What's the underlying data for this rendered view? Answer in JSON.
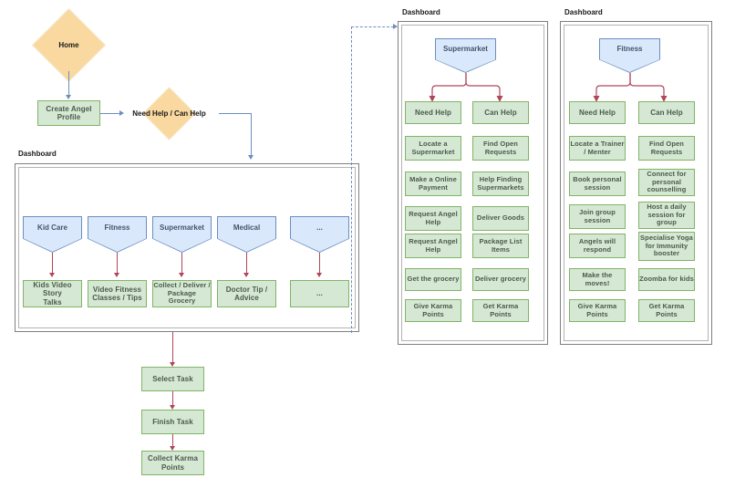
{
  "diagram": {
    "title_nodes": {
      "home": "Home",
      "create_profile": "Create Angel\nProfile",
      "create_profile_line1": "Create Angel",
      "create_profile_line2": "Profile",
      "need_can_help": "Need Help / Can Help"
    },
    "main_dashboard": {
      "label": "Dashboard",
      "categories": [
        {
          "name": "Kid Care",
          "action_line1": "Kids Video Story",
          "action_line2": "Talks"
        },
        {
          "name": "Fitness",
          "action_line1": "Video Fitness",
          "action_line2": "Classes / Tips"
        },
        {
          "name": "Supermarket",
          "action_line1": "Collect / Deliver /",
          "action_line2": "Package",
          "action_line3": "Grocery"
        },
        {
          "name": "Medical",
          "action_line1": "Doctor Tip /",
          "action_line2": "Advice"
        },
        {
          "name": "...",
          "action_line1": "..."
        }
      ]
    },
    "task_flow": [
      "Select Task",
      "Finish Task",
      "Collect Karma\nPoints"
    ],
    "task_flow_nodes": {
      "select_task": "Select Task",
      "finish_task": "Finish Task",
      "collect_karma_l1": "Collect Karma",
      "collect_karma_l2": "Points"
    },
    "supermarket_dashboard": {
      "label": "Dashboard",
      "root": "Supermarket",
      "columns": [
        {
          "header": "Need Help",
          "items": [
            {
              "l1": "Locate a",
              "l2": "Supermarket"
            },
            {
              "l1": "Make a Online",
              "l2": "Payment"
            },
            {
              "l1": "Request Angel",
              "l2": "Help"
            },
            {
              "l1": "Request Angel",
              "l2": "Help"
            },
            {
              "l1": "Get the grocery",
              "l2": ""
            },
            {
              "l1": "Give Karma",
              "l2": "Points"
            }
          ]
        },
        {
          "header": "Can Help",
          "items": [
            {
              "l1": "Find Open",
              "l2": "Requests"
            },
            {
              "l1": "Help Finding",
              "l2": "Supermarkets"
            },
            {
              "l1": "Deliver Goods",
              "l2": ""
            },
            {
              "l1": "Package List",
              "l2": "Items"
            },
            {
              "l1": "Deliver grocery",
              "l2": ""
            },
            {
              "l1": "Get Karma",
              "l2": "Points"
            }
          ]
        }
      ]
    },
    "fitness_dashboard": {
      "label": "Dashboard",
      "root": "Fitness",
      "columns": [
        {
          "header": "Need Help",
          "items": [
            {
              "l1": "Locate a Trainer",
              "l2": "/ Menter"
            },
            {
              "l1": "Book personal",
              "l2": "session"
            },
            {
              "l1": "Join group",
              "l2": "session"
            },
            {
              "l1": "Angels will",
              "l2": "respond"
            },
            {
              "l1": "Make the moves!",
              "l2": ""
            },
            {
              "l1": "Give Karma",
              "l2": "Points"
            }
          ]
        },
        {
          "header": "Can Help",
          "items": [
            {
              "l1": "Find Open",
              "l2": "Requests"
            },
            {
              "l1": "Connect for",
              "l2": "personal",
              "l3": "counselling"
            },
            {
              "l1": "Host a daily",
              "l2": "session for",
              "l3": "group"
            },
            {
              "l1": "Specialise Yoga",
              "l2": "for Immunity",
              "l3": "booster"
            },
            {
              "l1": "Zoomba for kids",
              "l2": ""
            },
            {
              "l1": "Get Karma",
              "l2": "Points"
            }
          ]
        }
      ]
    },
    "colors": {
      "green_fill": "#d5e8d4",
      "green_border": "#82b366",
      "blue_fill": "#dae8fc",
      "blue_border": "#6c8ebf",
      "orange_fill": "#fad9a0",
      "orange_border": "#f5e3c0",
      "red_arrow": "#b0465a",
      "blue_arrow": "#6c8ebf",
      "frame_border": "#808080"
    }
  }
}
